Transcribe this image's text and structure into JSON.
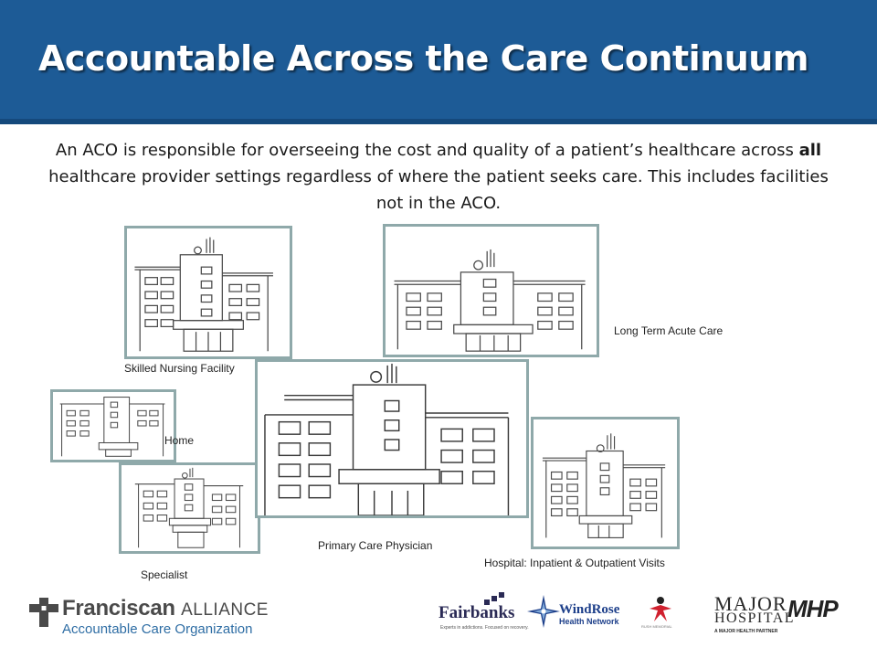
{
  "header": {
    "title": "Accountable Across the Care Continuum",
    "background": "#1d5b96"
  },
  "intro": {
    "part1": "An ACO is responsible for overseeing the cost and quality of a patient’s healthcare across ",
    "bold": "all",
    "part2": " healthcare provider settings regardless of where the patient seeks care. This includes facilities not in the ACO."
  },
  "settings": {
    "skilled_nursing": "Skilled Nursing Facility",
    "long_term_acute": "Long Term Acute Care",
    "home": "Home",
    "primary_care": "Primary Care Physician",
    "specialist": "Specialist",
    "hospital": "Hospital: Inpatient & Outpatient Visits",
    "frame_border_color": "#8fa9aa"
  },
  "footer": {
    "franciscan_name": "Franciscan",
    "franciscan_alliance": "ALLIANCE",
    "franciscan_sub": "Accountable Care Organization",
    "fairbanks_name": "Fairbanks",
    "fairbanks_tagline": "Experts in addictions. Focused on recovery.",
    "windrose_name": "WindRose",
    "windrose_sub": "Health Network",
    "rush_name": "RUSH MEMORIAL",
    "major_line1": "MAJOR",
    "major_line2": "HOSPITAL",
    "major_tagline": "A MAJOR HEALTH PARTNER",
    "mhp": "MHP"
  }
}
